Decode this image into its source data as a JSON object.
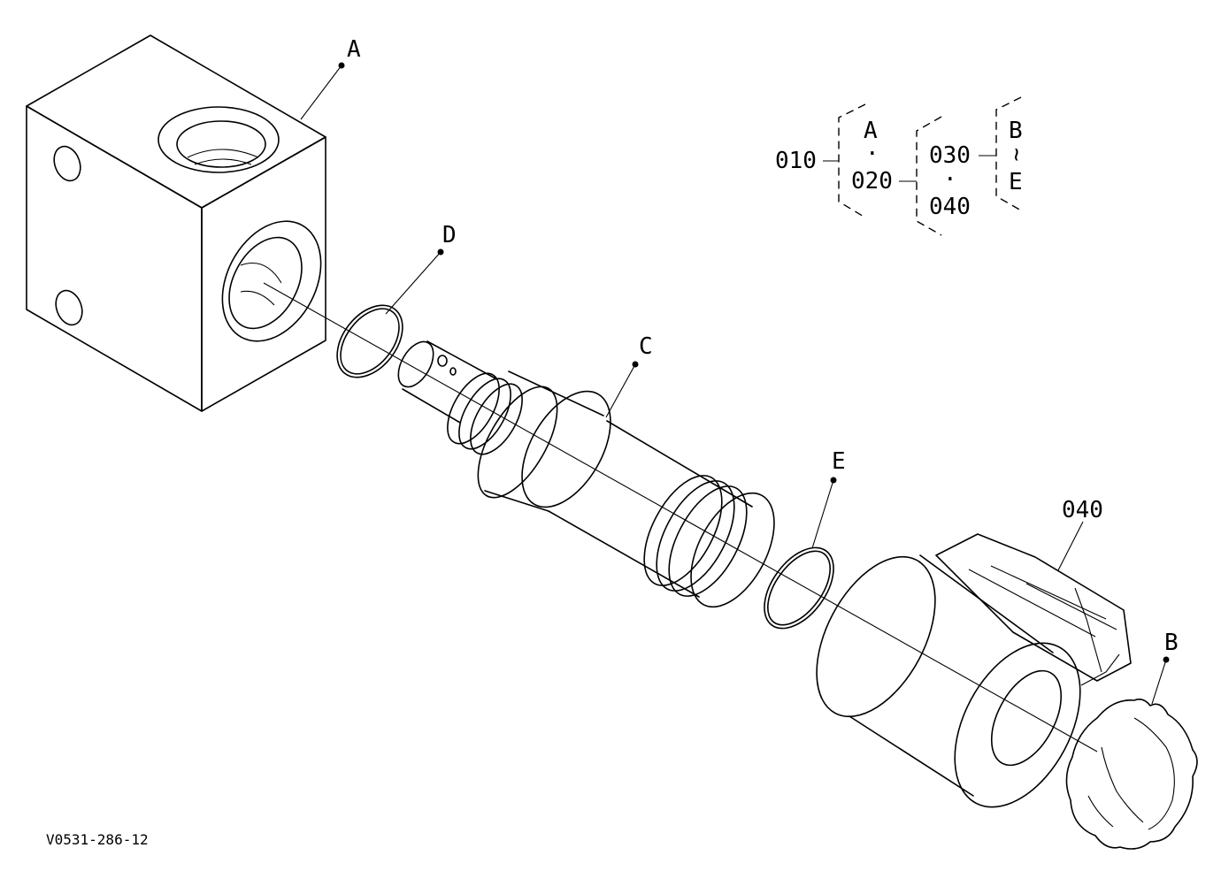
{
  "callouts": {
    "A": "A",
    "B": "B",
    "C": "C",
    "D": "D",
    "E": "E",
    "p040": "040"
  },
  "legend": {
    "p010": "010",
    "A": "A",
    "sep1": "·",
    "p020": "020",
    "p030": "030",
    "sep2": "·",
    "p040": "040",
    "B": "B",
    "tilde": "~",
    "E": "E"
  },
  "drawing_code": "V0531-286-12"
}
